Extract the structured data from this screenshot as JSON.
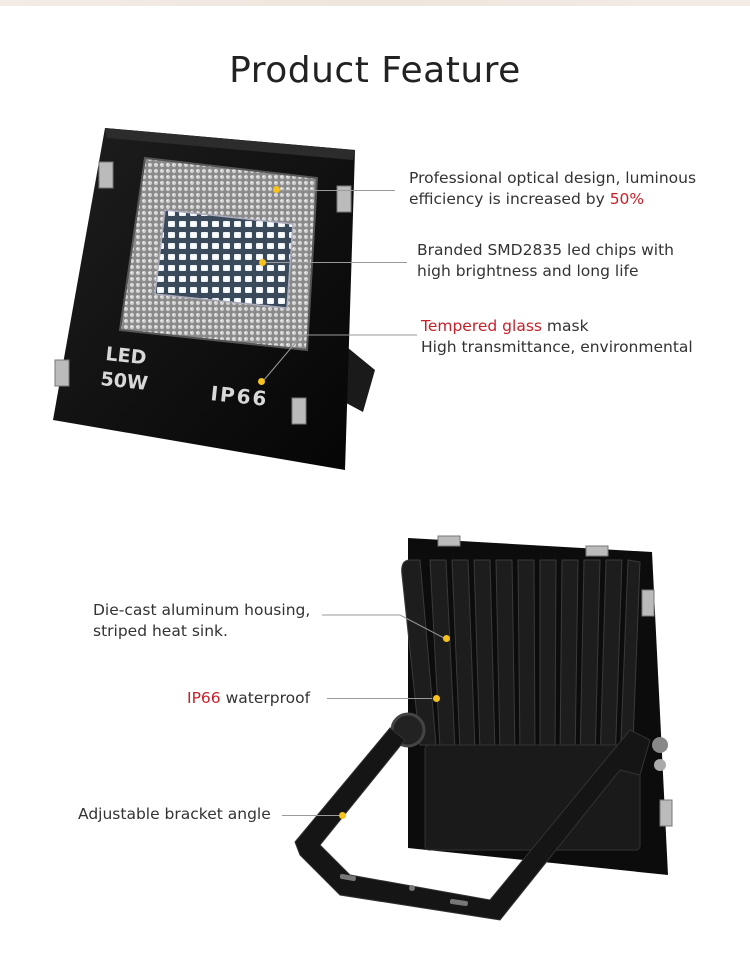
{
  "page": {
    "title": "Product Feature"
  },
  "front_light": {
    "print_led": "LED",
    "print_watt": "50W",
    "print_ip": "IP66"
  },
  "features_front": [
    {
      "line1_prefix": "Professional optical design, luminous",
      "line2_prefix": "efficiency is increased by ",
      "highlight": "50%"
    },
    {
      "line1": "Branded SMD2835 led chips with",
      "line2": "high brightness and long life"
    },
    {
      "highlight": "Tempered glass",
      "line1_suffix": " mask",
      "line2": "High transmittance, environmental"
    }
  ],
  "features_back": [
    {
      "line1": "Die-cast aluminum housing,",
      "line2": "striped heat sink."
    },
    {
      "highlight": "IP66",
      "suffix": " waterproof"
    },
    {
      "line1": "Adjustable bracket angle"
    }
  ],
  "colors": {
    "highlight": "#c8202a",
    "dot": "#f6c21b",
    "housing": "#111111"
  }
}
